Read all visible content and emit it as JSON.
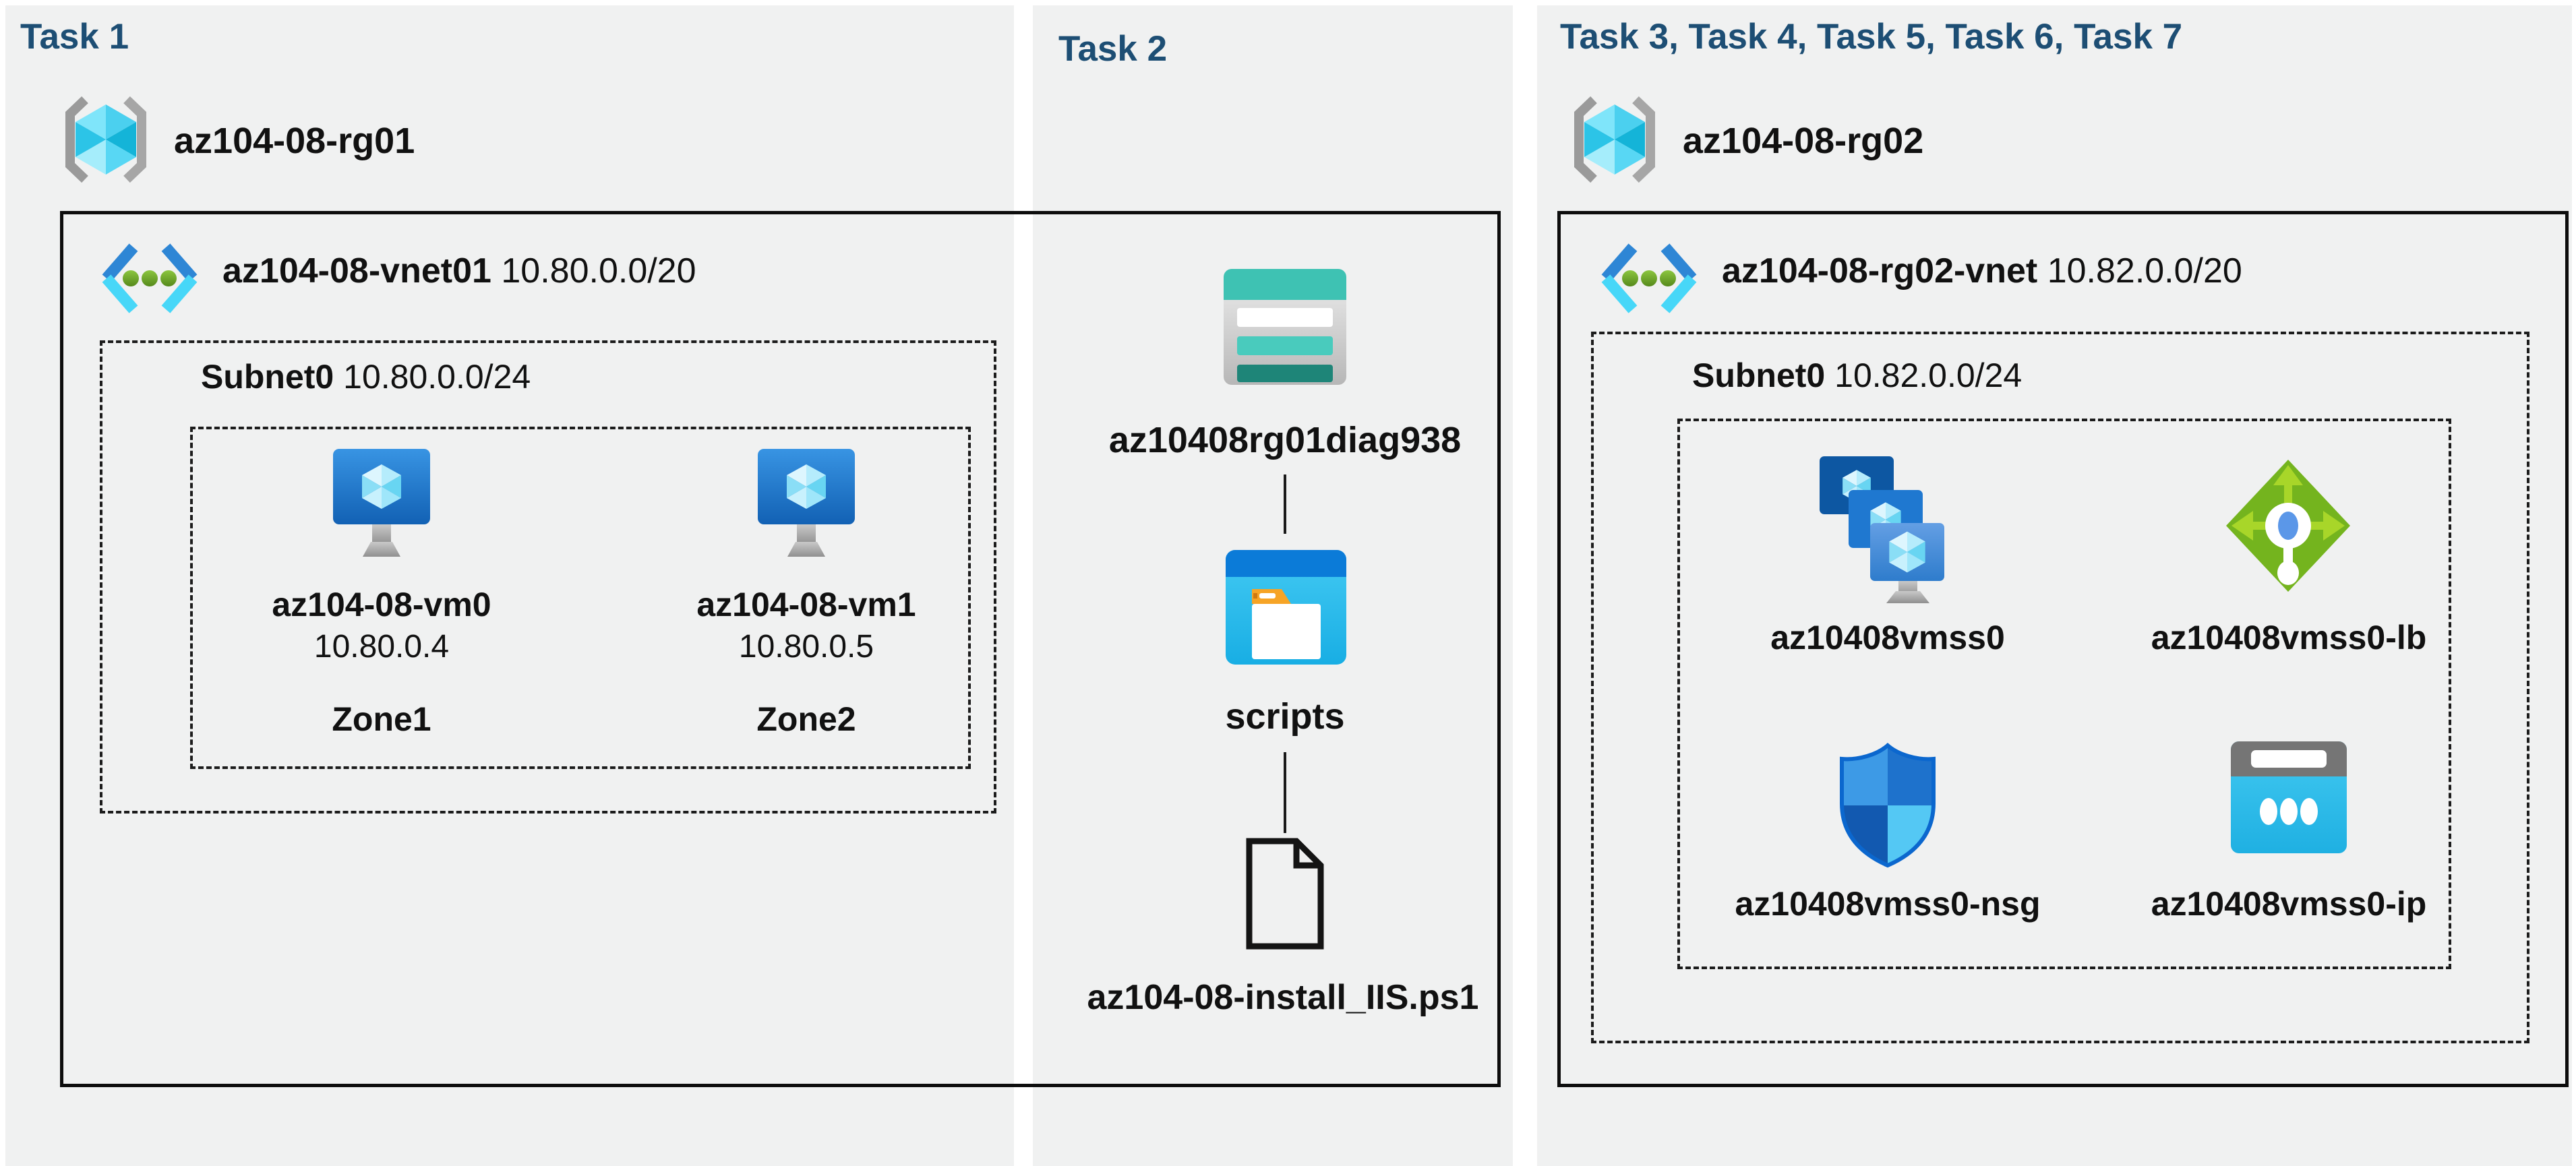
{
  "colors": {
    "background": "#ffffff",
    "panel": "#f0f1f1",
    "title_navy": "#1d4e74",
    "text": "#111111",
    "box_border": "#0d0d0d",
    "storage_teal": "#3ec2b3",
    "container_blue": "#0b7bd8",
    "lb_green": "#74b41e",
    "vm_blue": "#2e86d5",
    "cyan": "#47d7f8"
  },
  "task1": {
    "title": "Task 1",
    "resource_group": "az104-08-rg01",
    "vnet": {
      "name": "az104-08-vnet01",
      "cidr": "10.80.0.0/20"
    },
    "subnet": {
      "name": "Subnet0",
      "cidr": "10.80.0.0/24"
    },
    "vms": [
      {
        "name": "az104-08-vm0",
        "ip": "10.80.0.4",
        "zone": "Zone1"
      },
      {
        "name": "az104-08-vm1",
        "ip": "10.80.0.5",
        "zone": "Zone2"
      }
    ]
  },
  "task2": {
    "title": "Task 2",
    "storage_account": "az10408rg01diag938",
    "container": "scripts",
    "script_file": "az104-08-install_IIS.ps1"
  },
  "task3": {
    "title": "Task 3, Task 4, Task 5, Task 6, Task 7",
    "resource_group": "az104-08-rg02",
    "vnet": {
      "name": "az104-08-rg02-vnet",
      "cidr": "10.82.0.0/20"
    },
    "subnet": {
      "name": "Subnet0",
      "cidr": "10.82.0.0/24"
    },
    "vmss": "az10408vmss0",
    "load_balancer": "az10408vmss0-lb",
    "nsg": "az10408vmss0-nsg",
    "public_ip": "az10408vmss0-ip"
  }
}
